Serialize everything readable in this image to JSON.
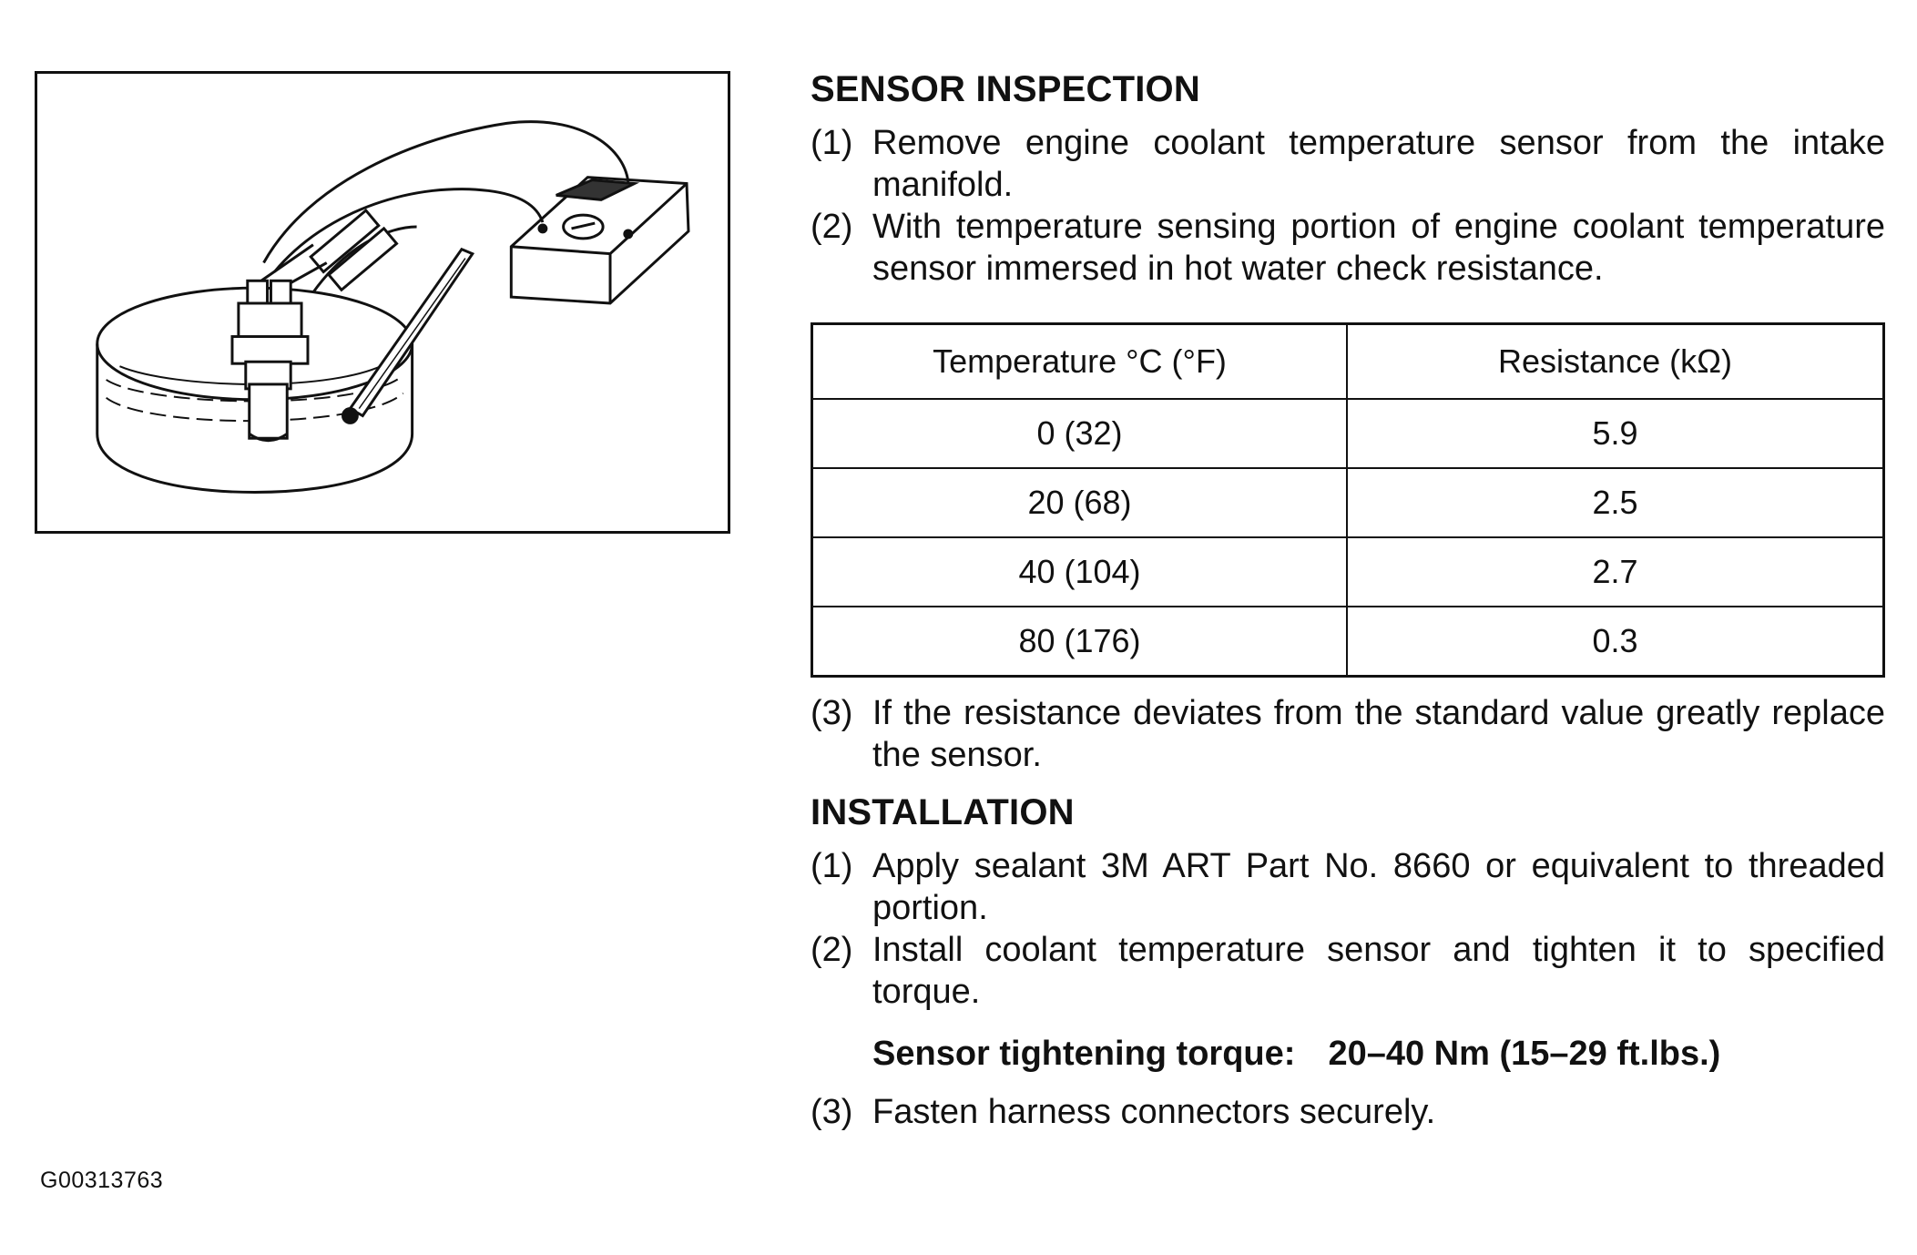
{
  "figure": {
    "code": "G00313763"
  },
  "sensor_inspection": {
    "heading": "SENSOR INSPECTION",
    "steps": [
      {
        "num": "(1)",
        "text": "Remove engine coolant temperature sensor from the intake manifold."
      },
      {
        "num": "(2)",
        "text": "With temperature sensing portion of engine coolant temperature sensor immersed in hot water check resistance."
      }
    ],
    "table": {
      "headers": [
        "Temperature °C (°F)",
        "Resistance (kΩ)"
      ],
      "rows": [
        [
          "0 (32)",
          "5.9"
        ],
        [
          "20 (68)",
          "2.5"
        ],
        [
          "40 (104)",
          "2.7"
        ],
        [
          "80 (176)",
          "0.3"
        ]
      ]
    },
    "step3": {
      "num": "(3)",
      "text": "If the resistance deviates from the standard value greatly replace the sensor."
    }
  },
  "installation": {
    "heading": "INSTALLATION",
    "steps": [
      {
        "num": "(1)",
        "text": "Apply sealant 3M ART Part No. 8660 or equivalent to threaded portion."
      },
      {
        "num": "(2)",
        "text": "Install coolant temperature sensor and tighten it to specified torque."
      }
    ],
    "torque": {
      "label": "Sensor tightening torque:",
      "value": "20–40 Nm (15–29 ft.lbs.)"
    },
    "step3": {
      "num": "(3)",
      "text": "Fasten harness connectors securely."
    }
  }
}
